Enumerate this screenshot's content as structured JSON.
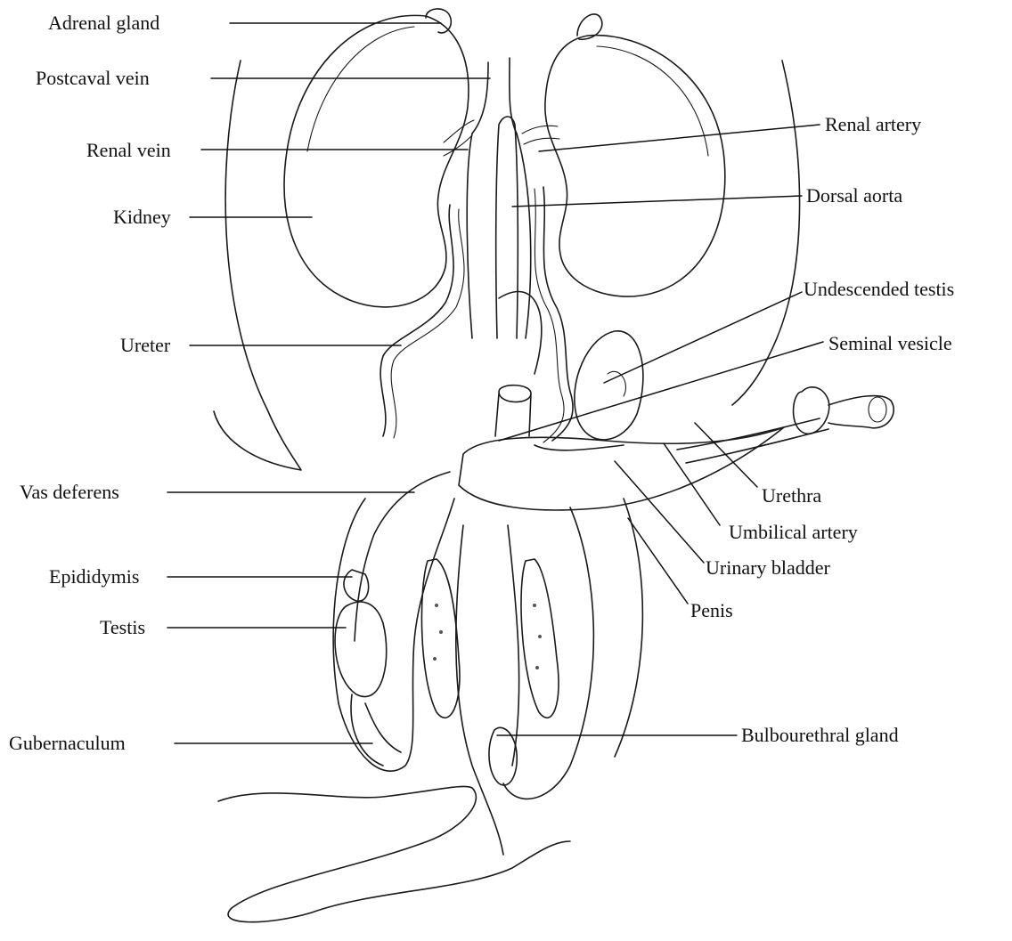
{
  "labels": {
    "adrenal_gland": "Adrenal gland",
    "postcaval_vein": "Postcaval vein",
    "renal_vein": "Renal vein",
    "kidney": "Kidney",
    "ureter": "Ureter",
    "vas_deferens": "Vas deferens",
    "epididymis": "Epididymis",
    "testis": "Testis",
    "gubernaculum": "Gubernaculum",
    "renal_artery": "Renal artery",
    "dorsal_aorta": "Dorsal aorta",
    "undescended_testis": "Undescended testis",
    "seminal_vesicle": "Seminal vesicle",
    "urethra": "Urethra",
    "umbilical_artery": "Umbilical artery",
    "urinary_bladder": "Urinary bladder",
    "penis": "Penis",
    "bulbourethral_gland": "Bulbourethral gland"
  }
}
